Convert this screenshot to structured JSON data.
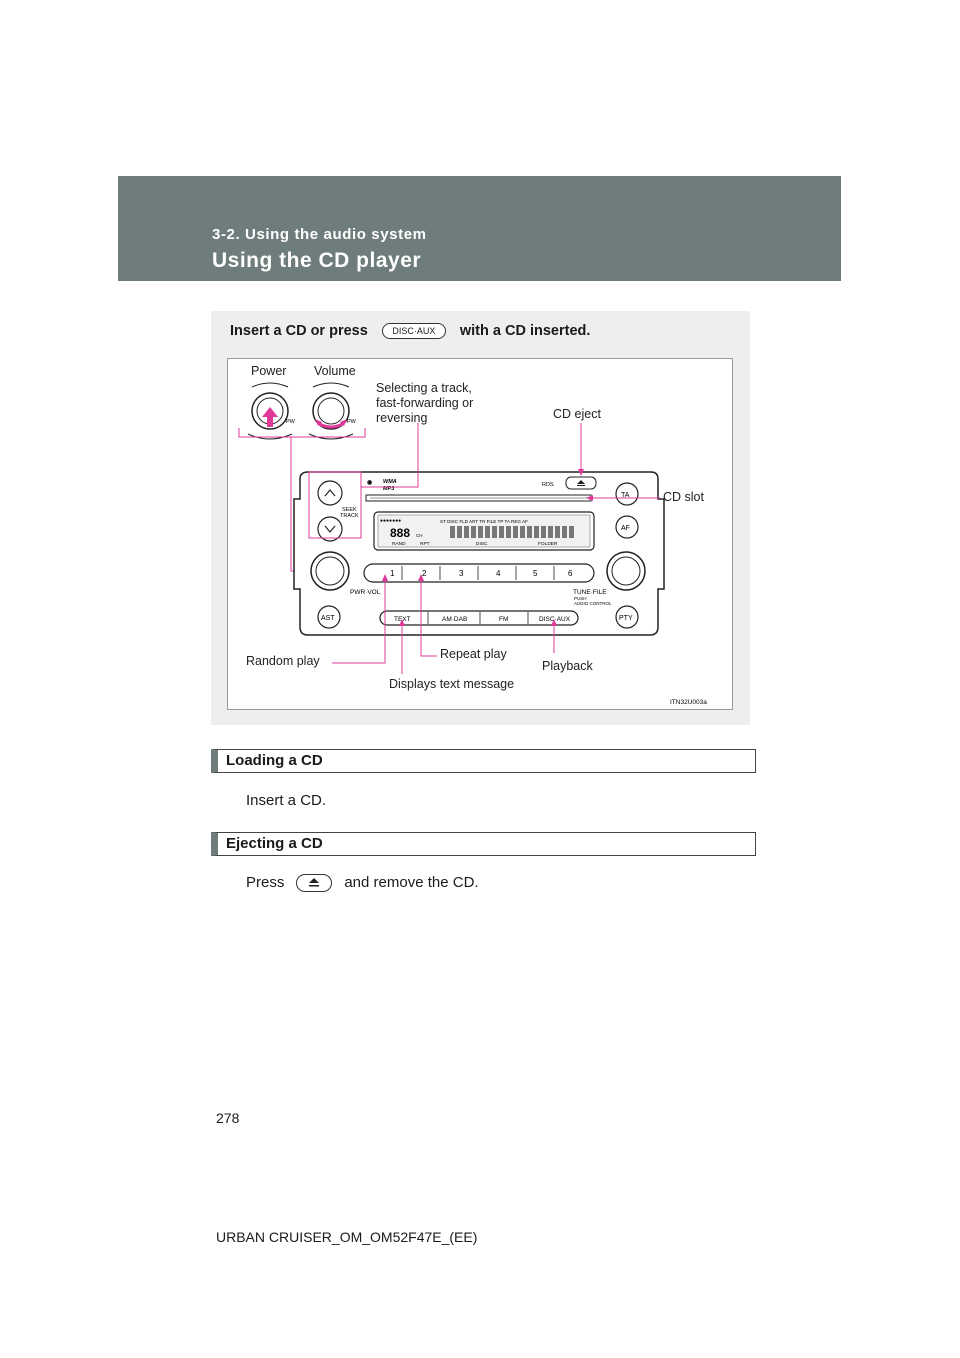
{
  "header": {
    "section": "3-2. Using the audio system",
    "title": "Using the CD player"
  },
  "figure": {
    "instruction_before": "Insert a CD or press",
    "instruction_button": "DISC·AUX",
    "instruction_after": "with a CD inserted.",
    "callouts": {
      "power": "Power",
      "volume": "Volume",
      "selecting_line1": "Selecting a track,",
      "selecting_line2": "fast-forwarding or",
      "selecting_line3": "reversing",
      "cd_eject": "CD eject",
      "cd_slot": "CD slot",
      "random_play": "Random play",
      "repeat_play": "Repeat play",
      "playback": "Playback",
      "displays_text": "Displays text message"
    },
    "unit_labels": {
      "pwr_left": "PW",
      "pwr_right": "PW",
      "seek": "SEEK",
      "track": "TRACK",
      "wma": "WMA",
      "mp3": "MP3",
      "rds": "RDS",
      "ta": "TA",
      "af": "AF",
      "pty": "PTY",
      "ast": "AST",
      "pwr_vol": "PWR·VOL",
      "tune_file": "TUNE·FILE",
      "push": "PUSH",
      "audio_control": "AUDIO CONTROL",
      "presets": [
        "1",
        "2",
        "3",
        "4",
        "5",
        "6"
      ],
      "bottom_buttons": [
        "TEXT",
        "AM·DAB",
        "FM",
        "DISC·AUX"
      ],
      "display_digits": "888",
      "display_top_row": "ST   DISC      FLD  ART   TR   FILE         TP  TA  REG  AF",
      "display_rand": "RAND",
      "display_rpt": "RPT",
      "display_disc": "DISC",
      "display_folder": "FOLDER",
      "display_ch": "CH"
    },
    "code": "ITN32U003a"
  },
  "sections": [
    {
      "heading": "Loading a CD",
      "body": "Insert a CD."
    },
    {
      "heading": "Ejecting a CD",
      "body_before": "Press",
      "body_after": "and remove the CD."
    }
  ],
  "page_number": "278",
  "footer": "URBAN CRUISER_OM_OM52F47E_(EE)",
  "colors": {
    "header_bg": "#6e7d7b",
    "callout_line": "#e0399a",
    "panel_bg": "#eeeeee"
  }
}
